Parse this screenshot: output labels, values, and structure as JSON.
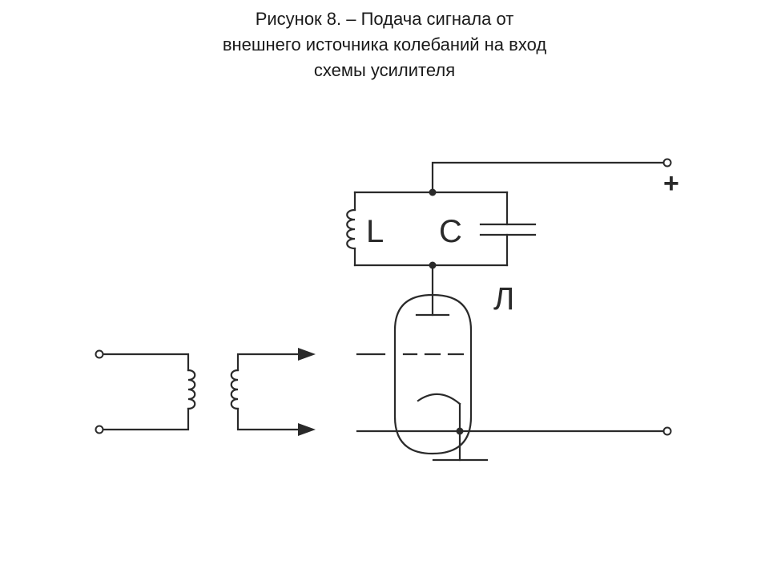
{
  "caption": {
    "line1": "Рисунок 8.   – Подача сигнала от",
    "line2": "внешнего источника колебаний на вход",
    "line3": "схемы усилителя"
  },
  "labels": {
    "inductor": "L",
    "capacitor": "C",
    "tube": "Л",
    "plus": "+"
  },
  "colors": {
    "ink": "#2a2a2a",
    "caption_text": "#1a1a1a",
    "background": "#ffffff"
  }
}
